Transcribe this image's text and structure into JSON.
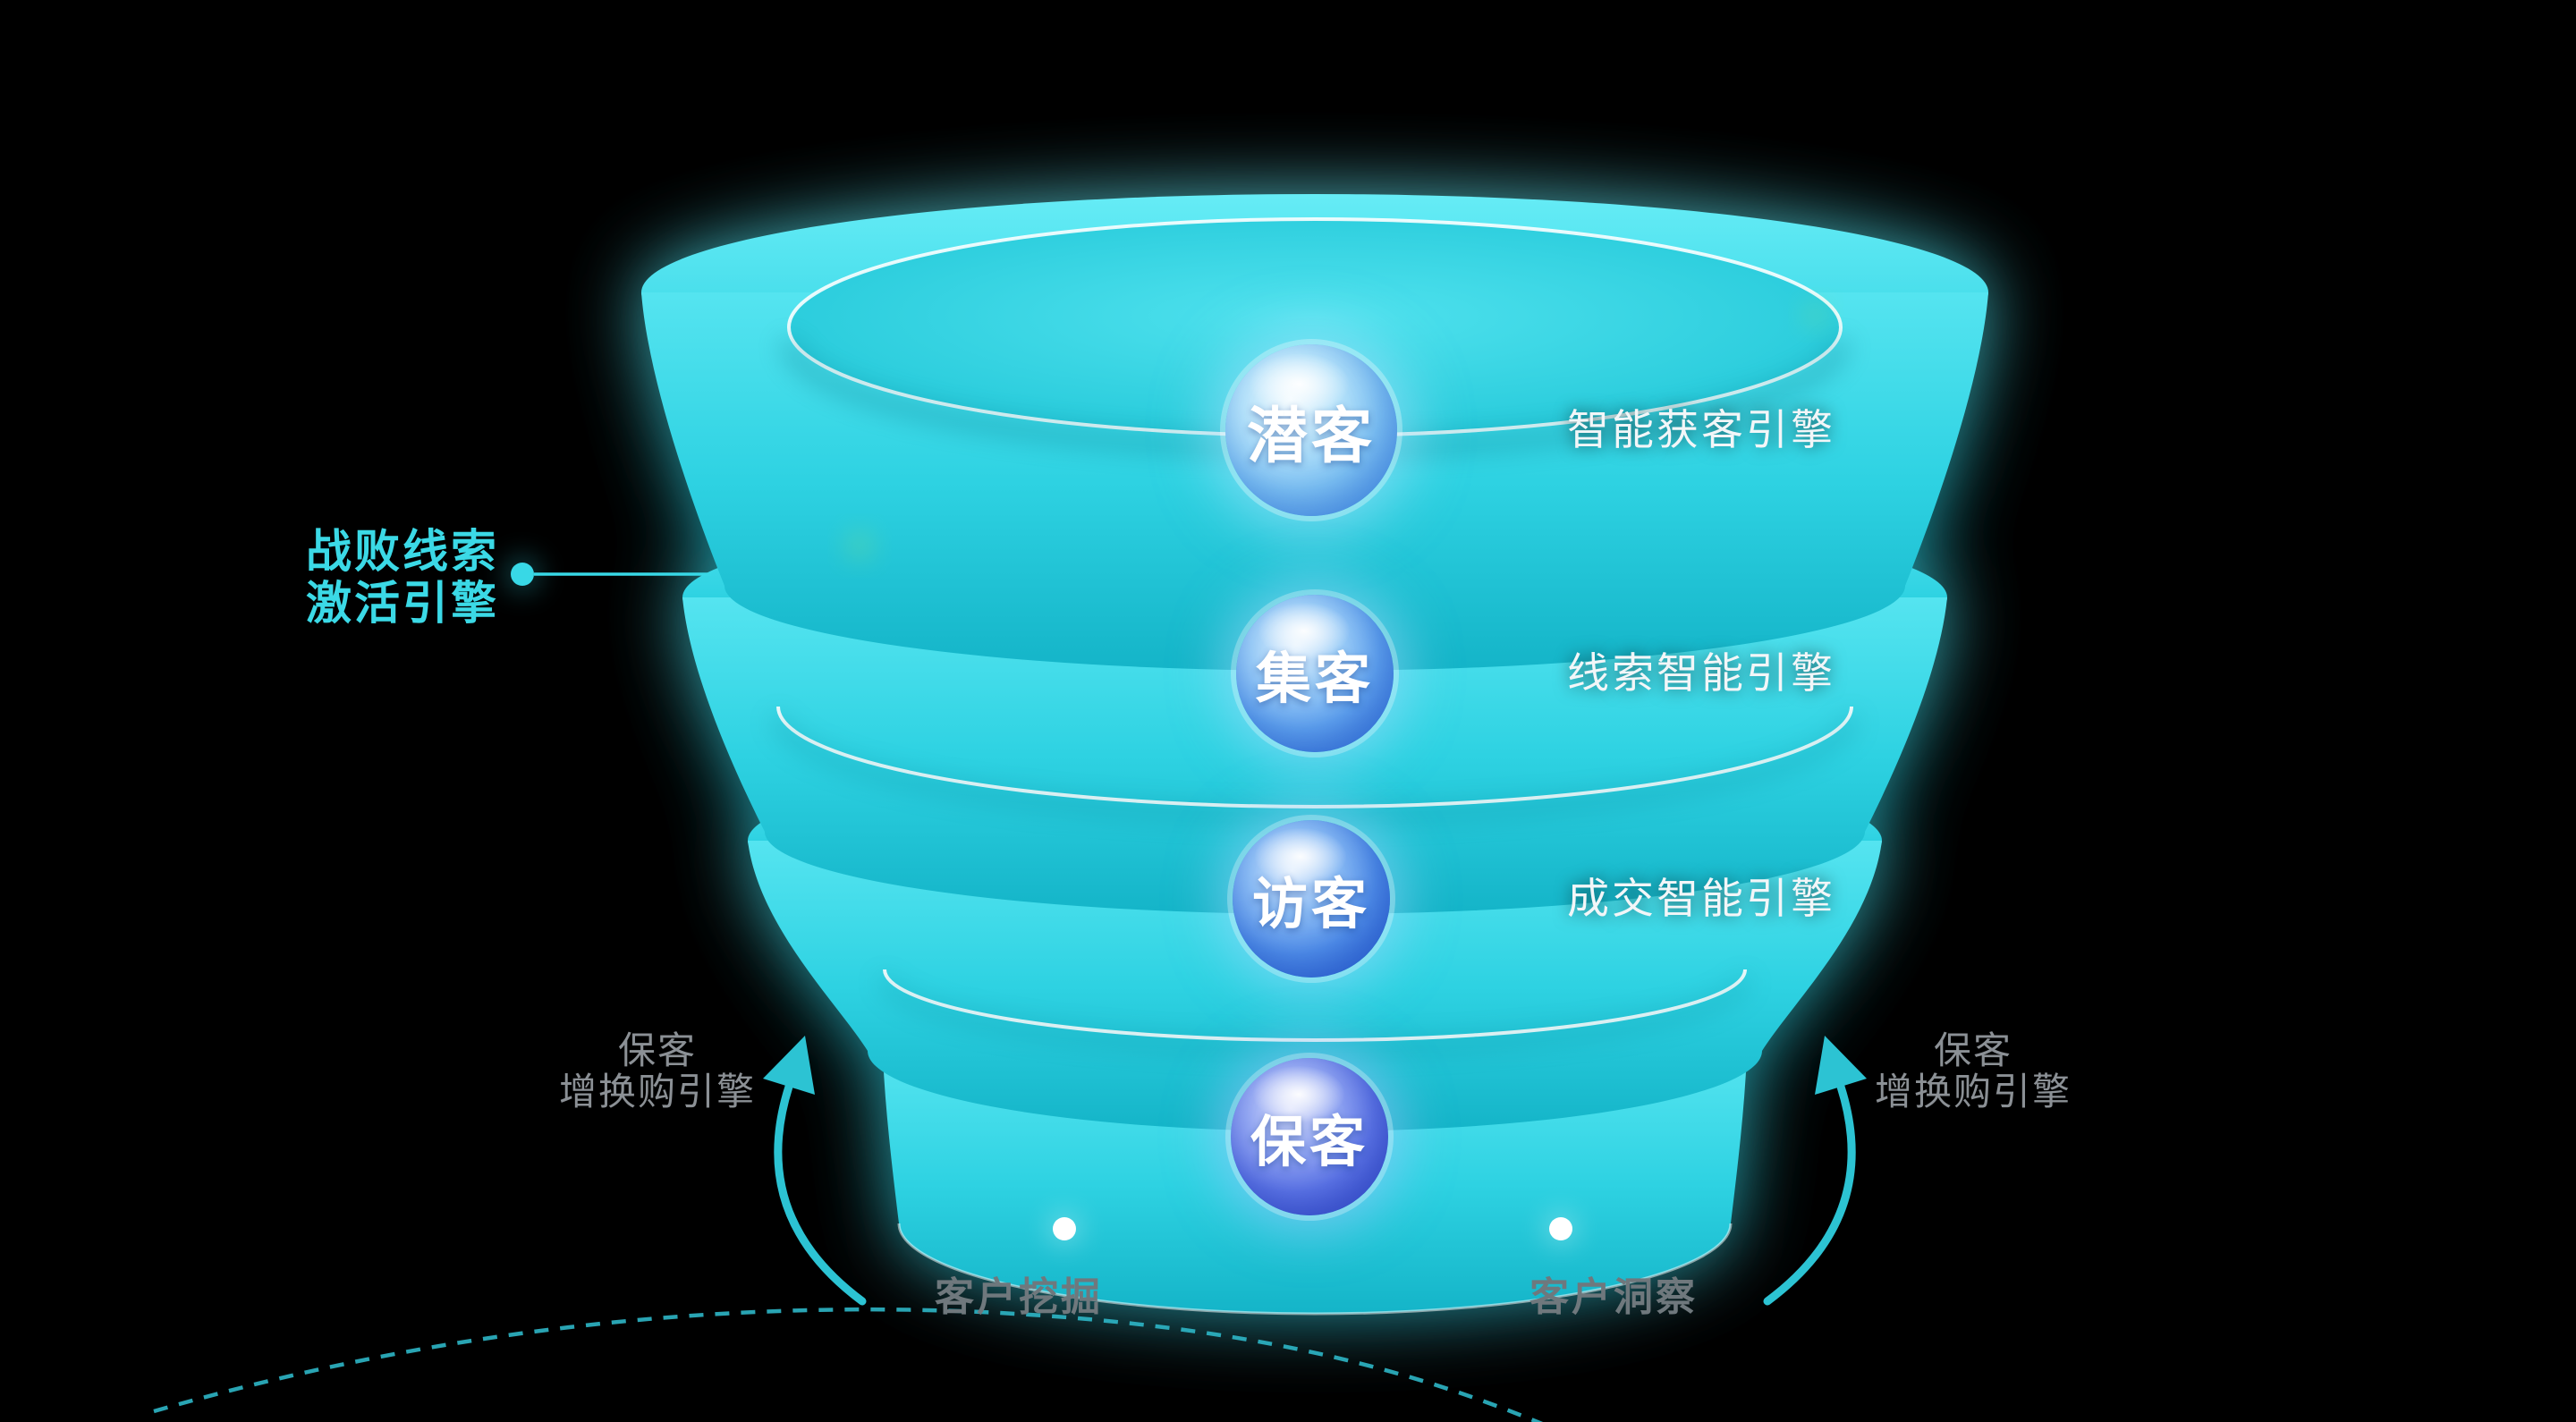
{
  "diagram": {
    "type": "funnel",
    "stages": [
      {
        "id": "qianke",
        "label": "潜客",
        "engine": "智能获客引擎"
      },
      {
        "id": "jike",
        "label": "集客",
        "engine": "线索智能引擎"
      },
      {
        "id": "fangke",
        "label": "访客",
        "engine": "成交智能引擎"
      },
      {
        "id": "baoke",
        "label": "保客"
      }
    ],
    "left_callout": {
      "line1": "战败线索",
      "line2": "激活引擎"
    },
    "retention_label_left": {
      "line1": "保客",
      "line2": "增换购引擎"
    },
    "retention_label_right": {
      "line1": "保客",
      "line2": "增换购引擎"
    },
    "bottom_labels": {
      "left": "客户挖掘",
      "right": "客户洞察"
    },
    "colors": {
      "background": "#000000",
      "funnel_accent": "#2ed2e2",
      "callout_text": "#3bd9e6",
      "muted_text": "#8b9095",
      "engine_text": "#f2f6f8",
      "sphere_blue": "#4a7de6",
      "rim_line": "#ffffff"
    }
  }
}
